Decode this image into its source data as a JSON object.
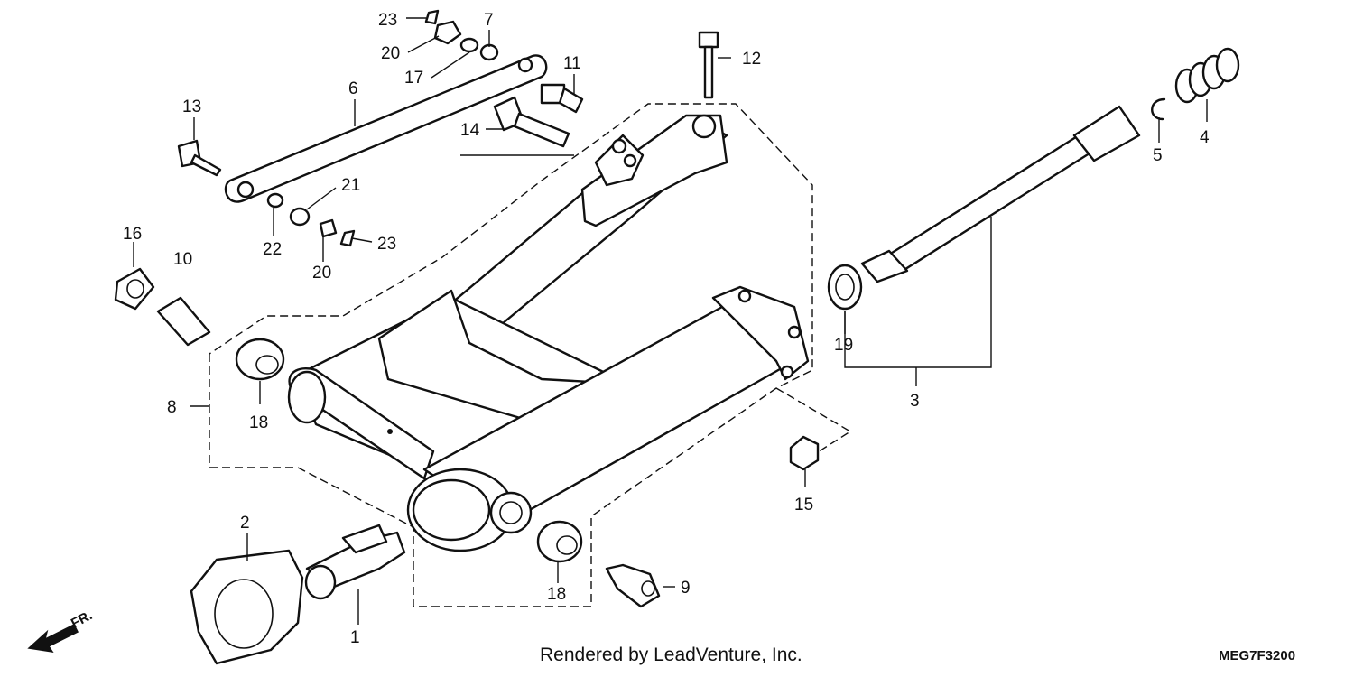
{
  "callouts": {
    "c1": "1",
    "c2": "2",
    "c3": "3",
    "c4": "4",
    "c5": "5",
    "c6": "6",
    "c7": "7",
    "c8": "8",
    "c9": "9",
    "c10": "10",
    "c11": "11",
    "c12": "12",
    "c13": "13",
    "c14": "14",
    "c15": "15",
    "c16": "16",
    "c17": "17",
    "c18a": "18",
    "c18b": "18",
    "c19": "19",
    "c20a": "20",
    "c20b": "20",
    "c21": "21",
    "c22": "22",
    "c23a": "23",
    "c23b": "23"
  },
  "front_marker": "FR.",
  "credit": "Rendered by LeadVenture, Inc.",
  "diagram_code": "MEG7F3200"
}
